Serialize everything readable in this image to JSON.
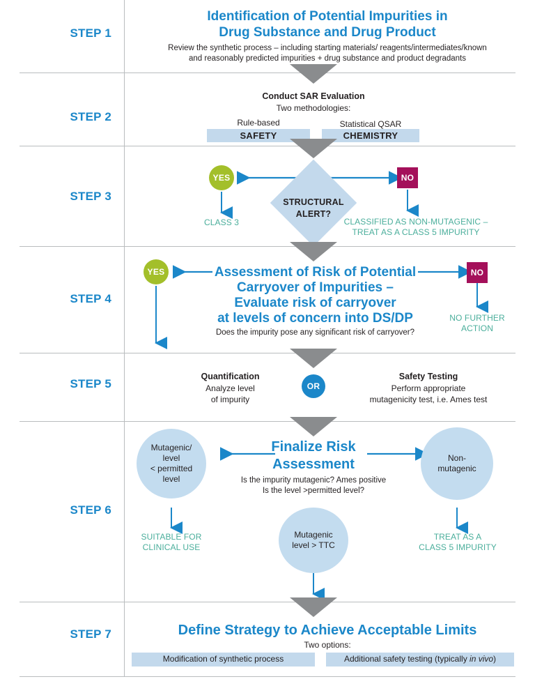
{
  "meta": {
    "diagram_title": "Impurity assessment decision flowchart",
    "colors": {
      "brand_blue": "#1b87c9",
      "outcome_teal": "#4aae9b",
      "yes_green": "#a3bf2a",
      "no_magenta": "#a4105a",
      "band_blue": "#c3d9ec",
      "circle_blue": "#c3dcef",
      "grey_arrow": "#8a8c8e",
      "rule_grey": "#b9bcbe",
      "body_text": "#231f20"
    }
  },
  "steps": [
    {
      "label": "STEP 1",
      "title_line1": "Identification of Potential Impurities in",
      "title_line2": "Drug Substance and Drug Product",
      "body_line1": "Review the synthetic process – including starting materials/ reagents/intermediates/known",
      "body_line2": "and reasonably predicted impurities + drug substance and product degradants"
    },
    {
      "label": "STEP 2",
      "heading": "Conduct SAR Evaluation",
      "subheading": "Two methodologies:",
      "option_left_caption": "Rule-based",
      "option_left_band": "SAFETY",
      "option_right_caption": "Statistical QSAR",
      "option_right_band": "CHEMISTRY"
    },
    {
      "label": "STEP 3",
      "decision_line1": "STRUCTURAL",
      "decision_line2": "ALERT?",
      "yes_badge": "YES",
      "no_badge": "NO",
      "yes_outcome": "CLASS 3",
      "no_outcome_line1": "CLASSIFIED AS NON-MUTAGENIC –",
      "no_outcome_line2": "TREAT AS A CLASS 5 IMPURITY"
    },
    {
      "label": "STEP 4",
      "title_line1": "Assessment of Risk of Potential",
      "title_line2": "Carryover of Impurities –",
      "title_line3": "Evaluate risk of carryover",
      "title_line4": "at levels of concern into DS/DP",
      "question": "Does the impurity pose any significant risk of carryover?",
      "yes_badge": "YES",
      "no_badge": "NO",
      "no_outcome_line1": "NO FURTHER",
      "no_outcome_line2": "ACTION"
    },
    {
      "label": "STEP 5",
      "left_heading": "Quantification",
      "left_body_line1": "Analyze level",
      "left_body_line2": "of impurity",
      "connector_badge": "OR",
      "right_heading": "Safety Testing",
      "right_body_line1": "Perform appropriate",
      "right_body_line2": "mutagenicity test, i.e. Ames test"
    },
    {
      "label": "STEP 6",
      "title_line1": "Finalize Risk",
      "title_line2": "Assessment",
      "question_line1": "Is the impurity mutagenic? Ames positive",
      "question_line2": "Is the level >permitted level?",
      "left_circle_line1": "Mutagenic/",
      "left_circle_line2": "level",
      "left_circle_line3": "< permitted",
      "left_circle_line4": "level",
      "right_circle_line1": "Non-",
      "right_circle_line2": "mutagenic",
      "bottom_circle_line1": "Mutagenic",
      "bottom_circle_line2": "level > TTC",
      "left_outcome_line1": "SUITABLE FOR",
      "left_outcome_line2": "CLINICAL USE",
      "right_outcome_line1": "TREAT AS A",
      "right_outcome_line2": "CLASS 5 IMPURITY"
    },
    {
      "label": "STEP 7",
      "title": "Define Strategy to Achieve Acceptable Limits",
      "subheading": "Two options:",
      "option_left_band": "Modification of synthetic process",
      "option_right_band_prefix": "Additional safety testing (typically ",
      "option_right_band_italic": "in vivo",
      "option_right_band_suffix": ")"
    }
  ]
}
